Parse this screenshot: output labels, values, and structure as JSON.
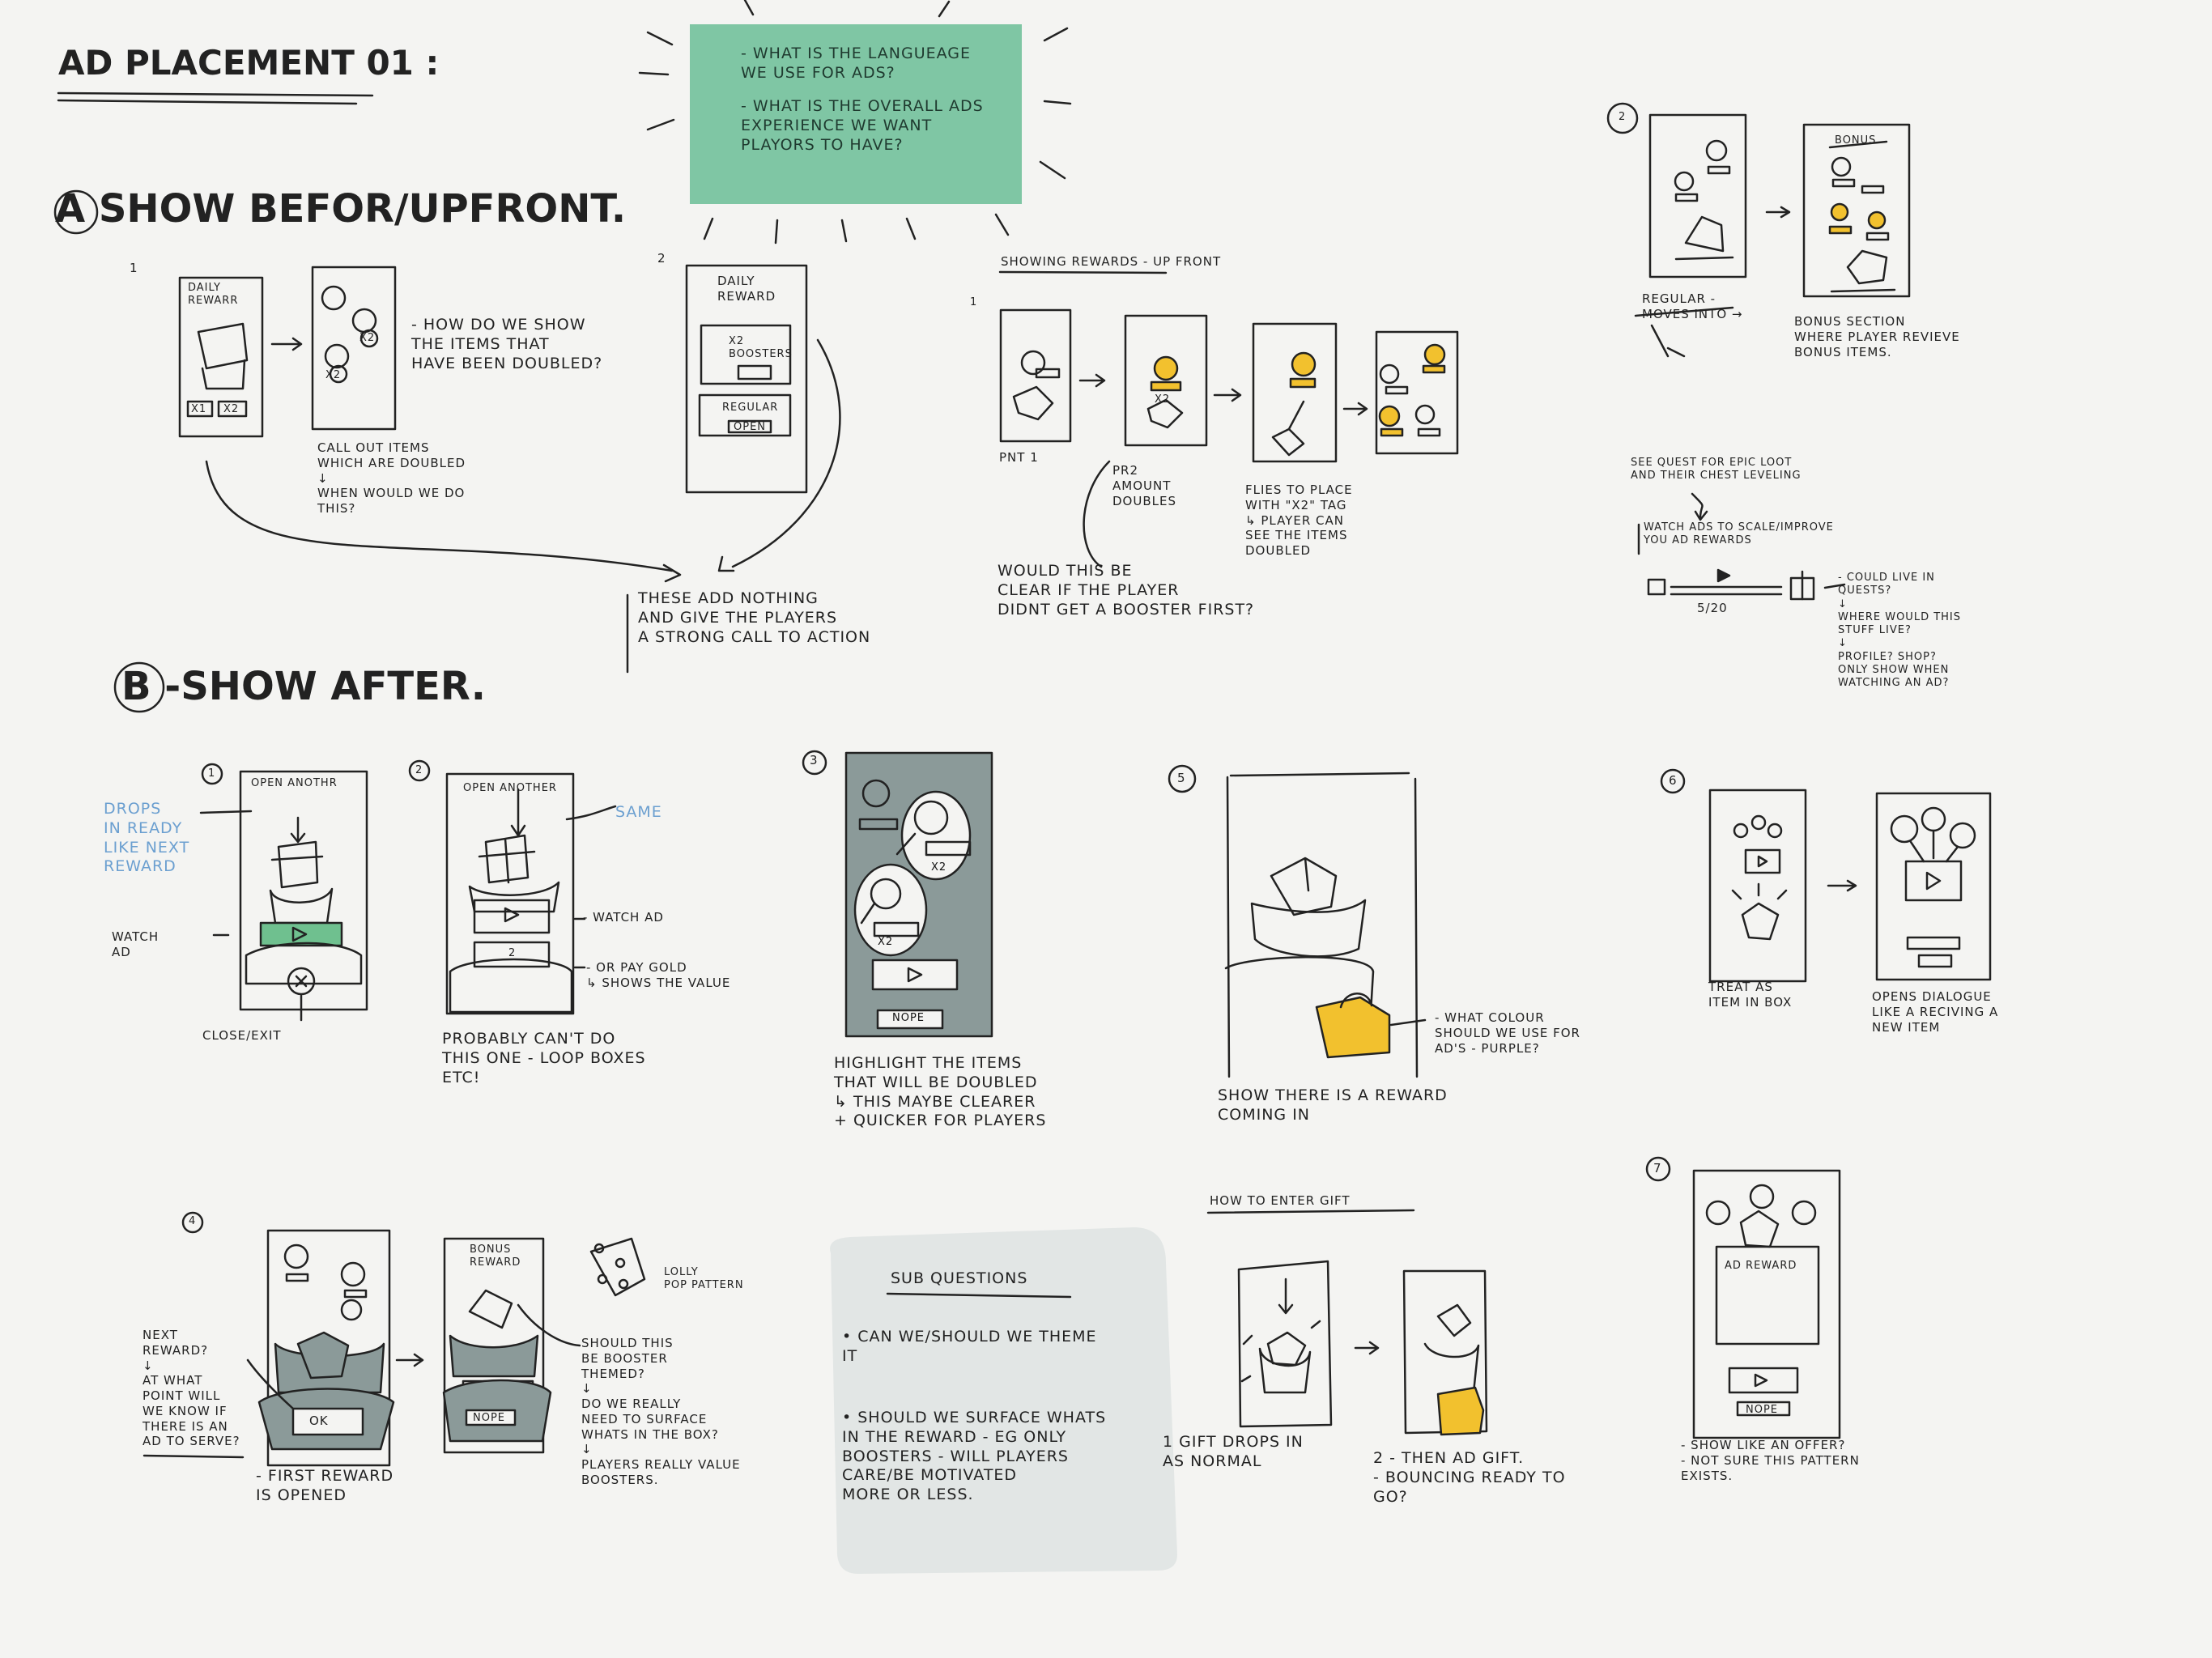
{
  "title": "AD PLACEMENT 01 :",
  "questions_note": {
    "q1": "- WHAT IS THE LANGUEAGE\nWE USE FOR ADS?",
    "q2": "- WHAT IS THE OVERALL ADS\nEXPERIENCE WE WANT\nPLAYORS TO HAVE?"
  },
  "section_a": {
    "heading": "A SHOW BEFOR/UPFRONT.",
    "s1": {
      "num": "1",
      "screen_label": "DAILY\nREWARR",
      "x1": "X1",
      "x2": "X2",
      "bubble_x2a": "X2",
      "bubble_x2b": "X2",
      "note_show": "- HOW DO WE SHOW\nTHE ITEMS THAT\nHAVE BEEN DOUBLED?",
      "note_callout": "CALL OUT ITEMS\nWHICH ARE DOUBLED\n↓\nWHEN WOULD WE DO\nTHIS?"
    },
    "s2": {
      "num": "2",
      "screen_label": "DAILY\nREWARD",
      "boosters": "X2\nBOOSTERS",
      "regular": "REGULAR",
      "open": "OPEN"
    },
    "arrow_note": "THESE ADD NOTHING\nAND GIVE THE PLAYERS\nA STRONG CALL TO ACTION"
  },
  "showing_rewards": {
    "heading": "SHOWING REWARDS - UP FRONT",
    "num": "1",
    "pnt1": "PNT 1",
    "x2": "X2",
    "pr2": "PR2\nAMOUNT\nDOUBLES",
    "flies": "FLIES TO PLACE\nWITH \"X2\" TAG\n↳ PLAYER CAN\nSEE THE ITEMS\nDOUBLED",
    "question": "WOULD THIS BE\nCLEAR IF THE PLAYER\nDIDNT GET A BOOSTER FIRST?"
  },
  "right_top": {
    "num": "2",
    "bonus": "BONUS",
    "regular_moves": "REGULAR -\nMOVES INTO →",
    "bonus_section": "BONUS SECTION\nWHERE PLAYER REVIEVE\nBONUS ITEMS.",
    "quest_note": "SEE QUEST FOR EPIC LOOT\nAND THEIR CHEST LEVELING",
    "watch_ads": "WATCH ADS TO SCALE/IMPROVE\nYOU AD REWARDS",
    "progress": "5/20",
    "could_live": "- COULD LIVE IN\nQUESTS?\n↓\nWHERE WOULD THIS\nSTUFF LIVE?\n↓\nPROFILE? SHOP?\nONLY SHOW WHEN\nWATCHING AN AD?"
  },
  "section_b": {
    "heading": "B -SHOW AFTER.",
    "s1": {
      "num": "1",
      "open_another": "OPEN ANOTHR",
      "drops": "DROPS\nIN READY\nLIKE NEXT\nREWARD",
      "watch_ad": "WATCH\nAD",
      "close": "CLOSE/EXIT"
    },
    "s2": {
      "num": "2",
      "open_another": "OPEN ANOTHER",
      "same": "SAME",
      "watch_ad": "- WATCH AD",
      "cost": "2",
      "pay_gold": "- OR PAY GOLD\n↳ SHOWS THE VALUE",
      "probably": "PROBABLY CAN'T DO\nTHIS ONE - LOOP BOXES\nETC!"
    },
    "s3": {
      "num": "3",
      "x2a": "X2",
      "x2b": "X2",
      "nope": "NOPE",
      "highlight": "HIGHLIGHT THE ITEMS\nTHAT WILL BE DOUBLED\n↳ THIS MAYBE CLEARER\n+ QUICKER FOR PLAYERS"
    },
    "s5": {
      "num": "5",
      "what_colour": "- WHAT COLOUR\nSHOULD WE USE FOR\nAD'S - PURPLE?",
      "show_there": "SHOW THERE IS A REWARD\nCOMING IN"
    },
    "s6": {
      "num": "6",
      "treat": "TREAT AS\nITEM IN BOX",
      "opens": "OPENS DIALOGUE\nLIKE A RECIVING A\nNEW ITEM"
    },
    "s4": {
      "num": "4",
      "ok": "OK",
      "next_reward": "NEXT\nREWARD?\n↓\nAT WHAT\nPOINT WILL\nWE KNOW IF\nTHERE IS AN\nAD TO SERVE?",
      "first_reward": "- FIRST REWARD\nIS OPENED",
      "bonus_reward": "BONUS\nREWARD",
      "nope": "NOPE",
      "lolly": "LOLLY\nPOP PATTERN",
      "booster": "SHOULD THIS\nBE BOOSTER\nTHEMED?\n↓\nDO WE REALLY\nNEED TO SURFACE\nWHATS IN THE BOX?\n↓\nPLAYERS REALLY VALUE\nBOOSTERS."
    },
    "sub_questions": {
      "heading": "SUB QUESTIONS",
      "q1": "• CAN WE/SHOULD WE THEME\nIT",
      "q2": "• SHOULD WE SURFACE WHATS\nIN THE REWARD - EG ONLY\nBOOSTERS - WILL PLAYERS\nCARE/BE MOTIVATED\nMORE OR LESS."
    },
    "enter_gift": {
      "heading": "HOW TO ENTER GIFT",
      "step1": "1 GIFT DROPS IN\nAS NORMAL",
      "step2": "2 - THEN AD GIFT.\n- BOUNCING READY TO\nGO?"
    },
    "s7": {
      "num": "7",
      "ad_reward": "AD REWARD",
      "nope": "NOPE",
      "note": "- SHOW LIKE AN OFFER?\n- NOT SURE THIS PATTERN\nEXISTS."
    }
  },
  "colors": {
    "note_green": "#7fc6a4",
    "phone_grey": "#8b9a99",
    "ad_green": "#6fc08f",
    "reward_yellow": "#f2c12e",
    "ink": "#222222",
    "blue_note": "#6b9fd0",
    "sub_box": "#e2e6e5"
  }
}
